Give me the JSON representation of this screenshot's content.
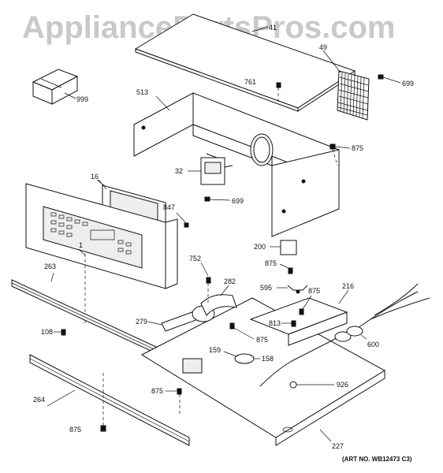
{
  "watermark": "AppliancePartsPros.com",
  "art_no": "(ART NO. WB12473 C3)",
  "callouts": {
    "c41": "41",
    "c49": "49",
    "c699a": "699",
    "c761": "761",
    "c999": "999",
    "c513": "513",
    "c875a": "875",
    "c16": "16",
    "c32": "32",
    "c699b": "699",
    "c847": "847",
    "c200": "200",
    "c875b": "875",
    "c752": "752",
    "c1": "1",
    "c263": "263",
    "c282": "282",
    "c595": "595",
    "c875c": "875",
    "c216": "216",
    "c279": "279",
    "c813": "813",
    "c108": "108",
    "c875d": "875",
    "c600": "600",
    "c159": "159",
    "c158": "158",
    "c875e": "875",
    "c926": "926",
    "c264": "264",
    "c875f": "875",
    "c227": "227"
  }
}
